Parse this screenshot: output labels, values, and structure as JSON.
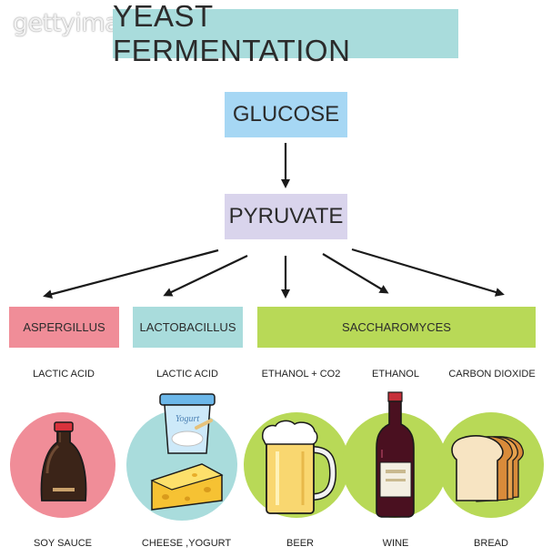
{
  "title": "YEAST FERMENTATION",
  "watermark": "gettyimages",
  "nodes": {
    "glucose": "GLUCOSE",
    "pyruvate": "PYRUVATE"
  },
  "organisms": {
    "aspergillus": "ASPERGILLUS",
    "lactobacillus": "LACTOBACILLUS",
    "saccharomyces": "SACCHAROMYCES"
  },
  "products": [
    "LACTIC ACID",
    "LACTIC ACID",
    "ETHANOL + CO2",
    "ETHANOL",
    "CARBON DIOXIDE"
  ],
  "foods": [
    "SOY SAUCE",
    "CHEESE ,YOGURT",
    "BEER",
    "WINE",
    "BREAD"
  ],
  "yogurt_cup_text": "Yogurt",
  "colors": {
    "title_bg": "#a9dcdc",
    "glucose_bg": "#a6d7f4",
    "pyruvate_bg": "#d9d4ec",
    "aspergillus_bg": "#f08d98",
    "lactobacillus_bg": "#a9dcdc",
    "saccharomyces_bg": "#b8d957"
  }
}
